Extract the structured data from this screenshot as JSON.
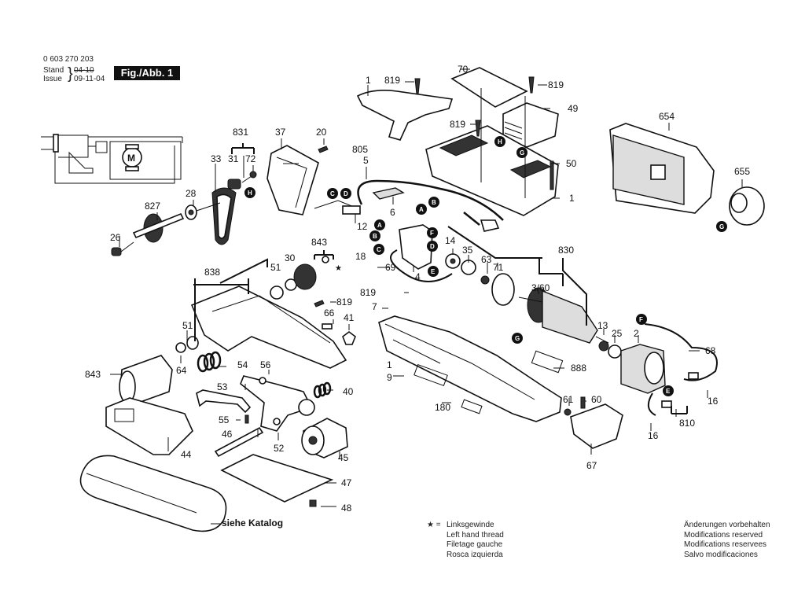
{
  "header": {
    "part_number": "0 603 270 203",
    "stand_label": "Stand",
    "stand_value": "04-10",
    "issue_label": "Issue",
    "issue_value": "09-11-04",
    "figure_label": "Fig./Abb. 1"
  },
  "wiring_schematic": {
    "motor_symbol": "M"
  },
  "part_labels": {
    "p1a": "1",
    "p819a": "819",
    "p70": "70",
    "p819b": "819",
    "p49": "49",
    "p819c": "819",
    "p654": "654",
    "p655": "655",
    "p50": "50",
    "p1b": "1",
    "p831": "831",
    "p37": "37",
    "p20": "20",
    "p33": "33",
    "p31": "31",
    "p72": "72",
    "p805": "805",
    "p5": "5",
    "p6": "6",
    "p12": "12",
    "p28": "28",
    "p827": "827",
    "p26": "26",
    "p843a": "843",
    "p18": "18",
    "p30": "30",
    "p51a": "51",
    "p838": "838",
    "p4": "4",
    "p69": "69",
    "p14": "14",
    "p35": "35",
    "p63": "63",
    "p71": "71",
    "p830": "830",
    "p360": "3/60",
    "p819d": "819",
    "p819e": "819",
    "p7": "7",
    "p66": "66",
    "p41": "41",
    "p51b": "51",
    "p64": "64",
    "p843b": "843",
    "p54": "54",
    "p56": "56",
    "p53": "53",
    "p40": "40",
    "p55": "55",
    "p46": "46",
    "p52": "52",
    "p45": "45",
    "p44": "44",
    "p47": "47",
    "p48": "48",
    "p1c": "1",
    "p9": "9",
    "p180": "180",
    "p888": "888",
    "p13": "13",
    "p25": "25",
    "p2": "2",
    "p68": "68",
    "p61": "61",
    "p60": "60",
    "p67": "67",
    "p16a": "16",
    "p16b": "16",
    "p810": "810"
  },
  "connection_markers": {
    "A": "A",
    "B": "B",
    "C": "C",
    "D": "D",
    "E": "E",
    "F": "F",
    "G": "G",
    "H": "H"
  },
  "belt_note": "siehe Katalog",
  "legend": {
    "star_symbol": "★ =",
    "lines": [
      "Linksgewinde",
      "Left hand thread",
      "Filetage gauche",
      "Rosca izquierda"
    ]
  },
  "disclaimer": {
    "lines": [
      "Änderungen vorbehalten",
      "Modifications reserved",
      "Modifications reservees",
      "Salvo modificaciones"
    ]
  }
}
